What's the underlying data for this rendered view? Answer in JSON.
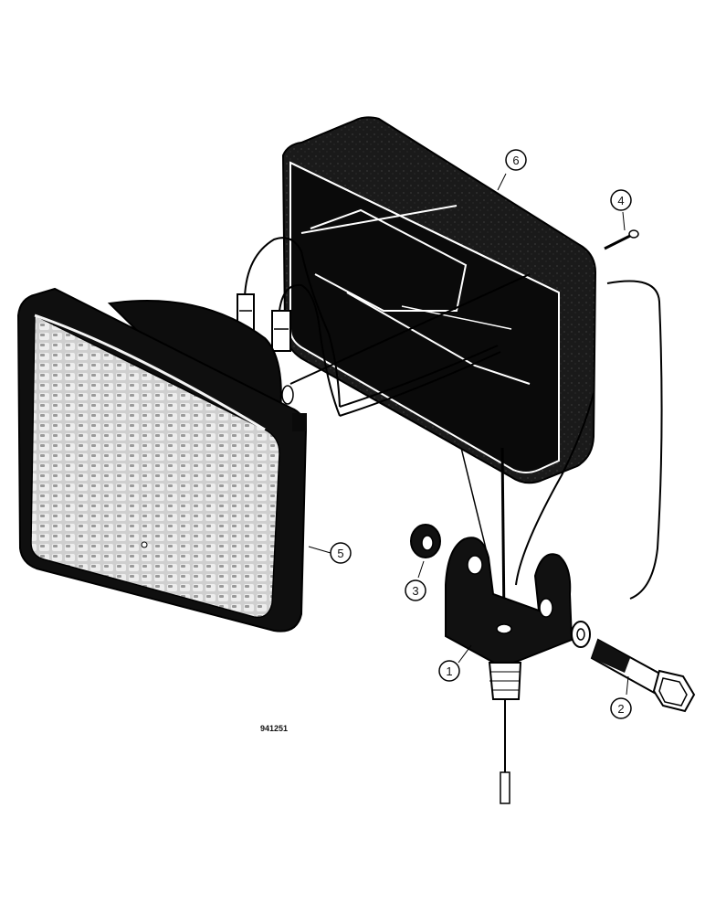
{
  "figure_id": "941251",
  "callouts": [
    {
      "key": "bracket",
      "label": "1"
    },
    {
      "key": "bolt",
      "label": "2"
    },
    {
      "key": "nut",
      "label": "3"
    },
    {
      "key": "screw",
      "label": "4"
    },
    {
      "key": "lamp",
      "label": "5"
    },
    {
      "key": "housing",
      "label": "6"
    }
  ]
}
